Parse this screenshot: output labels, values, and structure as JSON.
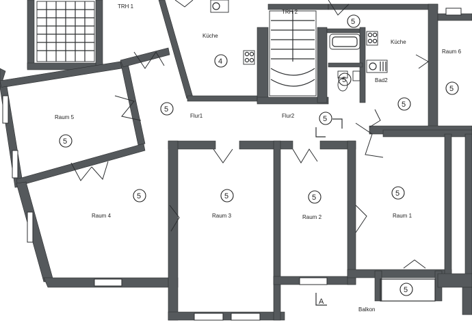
{
  "rooms": [
    {
      "key": "trh1",
      "label": "TRH 1"
    },
    {
      "key": "kueche1",
      "label": "Küche"
    },
    {
      "key": "trh2",
      "label": "TRH 2"
    },
    {
      "key": "kueche2",
      "label": "Küche"
    },
    {
      "key": "raum6",
      "label": "Raum 6"
    },
    {
      "key": "raum5",
      "label": "Raum 5"
    },
    {
      "key": "flur1",
      "label": "Flur1"
    },
    {
      "key": "flur2",
      "label": "Flur2"
    },
    {
      "key": "bad2",
      "label": "Bad2"
    },
    {
      "key": "raum4",
      "label": "Raum 4"
    },
    {
      "key": "raum3",
      "label": "Raum 3"
    },
    {
      "key": "raum2",
      "label": "Raum 2"
    },
    {
      "key": "raum1",
      "label": "Raum 1"
    },
    {
      "key": "balkon",
      "label": "Balkon"
    }
  ],
  "markers": {
    "kueche1": "4",
    "default": "5"
  },
  "section_mark": "A",
  "colors": {
    "wall": "#55595c",
    "line": "#2b2d2f",
    "paper": "#ffffff"
  }
}
